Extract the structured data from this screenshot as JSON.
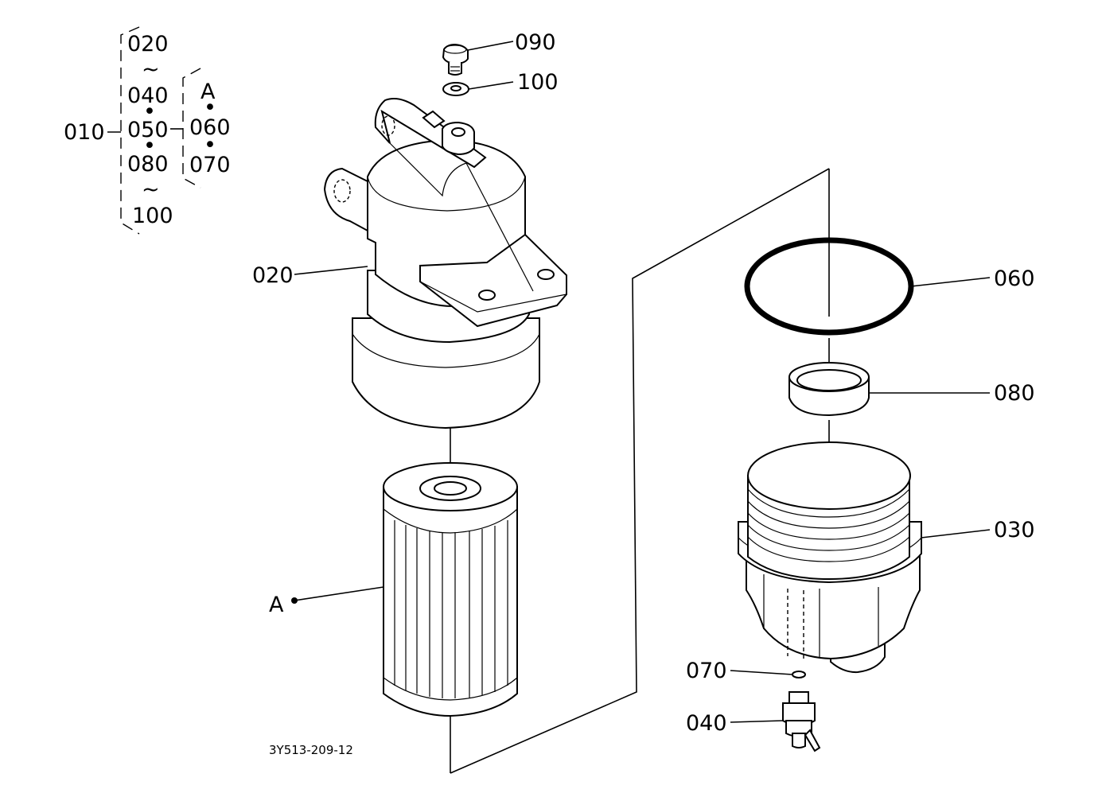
{
  "drawing_code": "3Y513-209-12",
  "legend": {
    "assembly": "010",
    "group_1": [
      "020",
      "~",
      "040",
      "•",
      "050",
      "•",
      "080",
      "~",
      "100"
    ],
    "group_2": [
      "A",
      "•",
      "060",
      "•",
      "070"
    ]
  },
  "callouts": {
    "c090": "090",
    "c100": "100",
    "c020": "020",
    "cA": "A",
    "c060": "060",
    "c080": "080",
    "c030": "030",
    "c070": "070",
    "c040": "040"
  }
}
